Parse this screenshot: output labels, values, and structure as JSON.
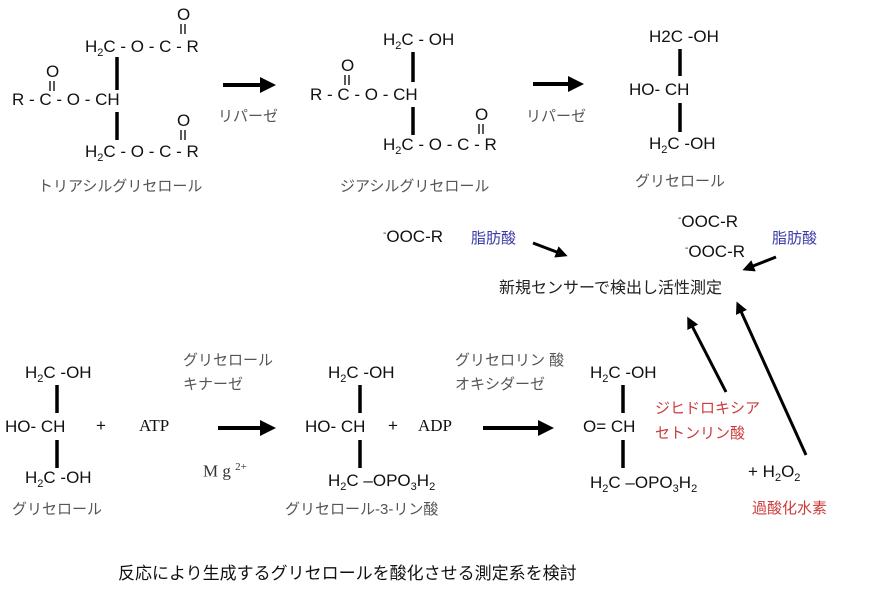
{
  "formulas": [
    {
      "id": "tag-top",
      "parts": [
        [
          "H"
        ],
        [
          "2",
          "sub"
        ],
        [
          "C - O - C - R"
        ]
      ]
    },
    {
      "id": "tag-mid",
      "parts": [
        [
          "R - C - O - CH"
        ]
      ]
    },
    {
      "id": "tag-bot",
      "parts": [
        [
          "H"
        ],
        [
          "2",
          "sub"
        ],
        [
          "C - O - C - R"
        ]
      ]
    },
    {
      "id": "dag-top",
      "parts": [
        [
          "H"
        ],
        [
          "2",
          "sub"
        ],
        [
          "C - OH"
        ]
      ]
    },
    {
      "id": "dag-mid",
      "parts": [
        [
          "R - C - O - CH"
        ]
      ]
    },
    {
      "id": "dag-bot",
      "parts": [
        [
          "H"
        ],
        [
          "2",
          "sub"
        ],
        [
          "C - O - C - R"
        ]
      ]
    },
    {
      "id": "gly1-top",
      "parts": [
        [
          "H2C -OH"
        ]
      ]
    },
    {
      "id": "gly1-mid",
      "parts": [
        [
          "HO- CH"
        ]
      ]
    },
    {
      "id": "gly1-bot",
      "parts": [
        [
          "H"
        ],
        [
          "2",
          "sub"
        ],
        [
          "C -OH"
        ]
      ]
    },
    {
      "id": "ffa1",
      "parts": [
        [
          "-",
          "sup"
        ],
        [
          "OOC-R"
        ]
      ]
    },
    {
      "id": "ffa2",
      "parts": [
        [
          "-",
          "sup"
        ],
        [
          "OOC-R"
        ]
      ]
    },
    {
      "id": "ffa3",
      "parts": [
        [
          "-",
          "sup"
        ],
        [
          "OOC-R"
        ]
      ]
    },
    {
      "id": "gly2-top",
      "parts": [
        [
          "H"
        ],
        [
          "2",
          "sub"
        ],
        [
          "C -OH"
        ]
      ]
    },
    {
      "id": "gly2-mid",
      "parts": [
        [
          "HO- CH"
        ]
      ]
    },
    {
      "id": "gly2-bot",
      "parts": [
        [
          "H"
        ],
        [
          "2",
          "sub"
        ],
        [
          "C -OH"
        ]
      ]
    },
    {
      "id": "g3p-top",
      "parts": [
        [
          "H"
        ],
        [
          "2",
          "sub"
        ],
        [
          "C -OH"
        ]
      ]
    },
    {
      "id": "g3p-mid",
      "parts": [
        [
          "HO- CH"
        ]
      ]
    },
    {
      "id": "g3p-bot",
      "parts": [
        [
          "H"
        ],
        [
          "2",
          "sub"
        ],
        [
          "C –OPO"
        ],
        [
          "3",
          "sub"
        ],
        [
          "H"
        ],
        [
          "2",
          "sub"
        ]
      ]
    },
    {
      "id": "dhap-top",
      "parts": [
        [
          "H"
        ],
        [
          "2",
          "sub"
        ],
        [
          "C -OH"
        ]
      ]
    },
    {
      "id": "dhap-mid",
      "parts": [
        [
          "O= CH"
        ]
      ]
    },
    {
      "id": "dhap-bot",
      "parts": [
        [
          "H"
        ],
        [
          "2",
          "sub"
        ],
        [
          "C –OPO"
        ],
        [
          "3",
          "sub"
        ],
        [
          "H"
        ],
        [
          "2",
          "sub"
        ]
      ]
    },
    {
      "id": "h2o2",
      "parts": [
        [
          "+ H"
        ],
        [
          "2",
          "sub"
        ],
        [
          "O"
        ],
        [
          "2",
          "sub"
        ]
      ]
    }
  ],
  "carbonyl_o": "O",
  "plus": "+",
  "labels": {
    "triacylglycerol": "トリアシルグリセロール",
    "diacylglycerol": "ジアシルグリセロール",
    "glycerol_top": "グリセロール",
    "lipase1": "リパーゼ",
    "lipase2": "リパーゼ",
    "fatty_acid1": "脂肪酸",
    "fatty_acid2": "脂肪酸",
    "sensor": "新規センサーで検出し活性測定",
    "glycerol_bottom": "グリセロール",
    "atp": "ATP",
    "adp": "ADP",
    "gk_line1": "グリセロール",
    "gk_line2": "キナーゼ",
    "mg": "M g",
    "mg_charge": "2+",
    "g3p": "グリセロール-3-リン酸",
    "gpo_line1": "グリセロリン 酸",
    "gpo_line2": "オキシダーゼ",
    "dhap_line1": "ジヒドロキシア",
    "dhap_line2": "セトンリン酸",
    "h2o2_name": "過酸化水素",
    "conclusion": "反応により生成するグリセロールを酸化させる測定系を検討"
  },
  "colors": {
    "blue": "#3a3aa8",
    "red": "#cc3b3b",
    "gray": "#555555"
  }
}
